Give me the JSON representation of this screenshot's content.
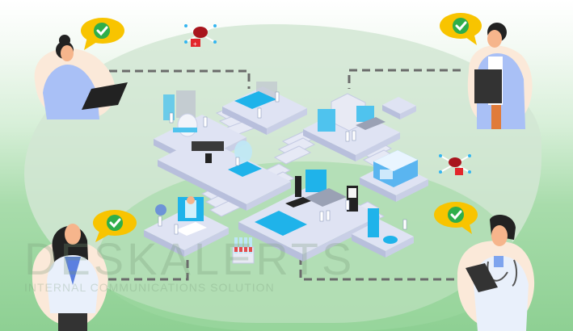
{
  "illustration": {
    "subject": "Isometric hospital / healthcare network connecting four medical staff",
    "colors": {
      "background_top": "#ffffff",
      "background_bottom": "#8ed093",
      "platform": "#dfe3f3",
      "platform_side": "#b8bfdc",
      "accent_blue": "#1fb3ea",
      "bubble_yellow": "#f8c400",
      "check_green": "#2fae4a",
      "dashed_line": "#6b6b6b",
      "skin_bg": "#fbe9d9"
    },
    "people": [
      {
        "position": "top-left",
        "role": "woman with tablet",
        "status_icon": "check-icon"
      },
      {
        "position": "top-right",
        "role": "doctor with clipboard",
        "status_icon": "check-icon"
      },
      {
        "position": "bottom-left",
        "role": "female doctor",
        "status_icon": "check-icon"
      },
      {
        "position": "bottom-right",
        "role": "doctor with stethoscope and clipboard",
        "status_icon": "check-icon"
      }
    ],
    "rooms": [
      "MRI scanner room",
      "patient bed ward",
      "server / data room",
      "control room",
      "diagnostics room",
      "pharmacy store",
      "laboratory with microscope",
      "telemedicine consult",
      "mobile health monitoring"
    ],
    "drones": 2
  },
  "watermark": {
    "title": "DESKALERTS",
    "subtitle": "INTERNAL COMMUNICATIONS SOLUTION"
  }
}
